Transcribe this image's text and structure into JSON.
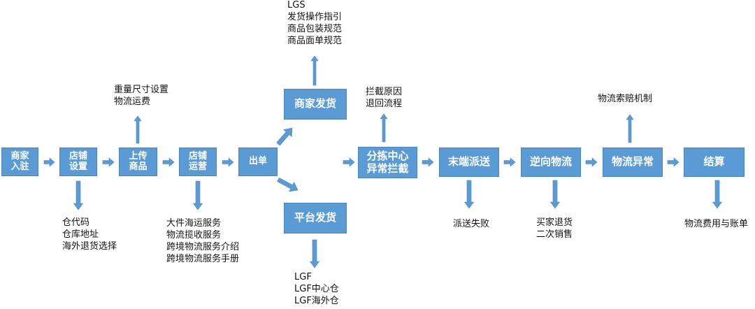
{
  "steps": {
    "ruzhu": [
      "商家",
      "入驻"
    ],
    "dianpu_shezhi": [
      "店铺",
      "设置"
    ],
    "shangchuan": [
      "上传",
      "商品"
    ],
    "dianpu_yunying": [
      "店铺",
      "运营"
    ],
    "chudan": [
      "出单"
    ],
    "shangjia_fahuo": [
      "商家发货"
    ],
    "pingtai_fahuo": [
      "平台发货"
    ],
    "fenjian": [
      "分拣中心",
      "异常拦截"
    ],
    "mopai": [
      "末端派送"
    ],
    "nixiang": [
      "逆向物流"
    ],
    "yichang": [
      "物流异常"
    ],
    "jiesuan": [
      "结算"
    ]
  },
  "notes": {
    "dianpu_shezhi": [
      "仓代码",
      "仓库地址",
      "海外退货选择"
    ],
    "shangchuan": [
      "重量尺寸设置",
      "物流运费"
    ],
    "dianpu_yunying": [
      "大件海运服务",
      "物流揽收服务",
      "跨境物流服务介绍",
      "跨境物流服务手册"
    ],
    "shangjia_fahuo": [
      "LGS",
      "发货操作指引",
      "商品包装规范",
      "商品面单规范"
    ],
    "pingtai_fahuo": [
      "LGF",
      "LGF中心仓",
      "LGF海外仓"
    ],
    "fenjian": [
      "拦截原因",
      "退回流程"
    ],
    "mopai": [
      "派送失败"
    ],
    "nixiang": [
      "买家退货",
      "二次销售"
    ],
    "yichang": [
      "物流索赔机制"
    ],
    "jiesuan": [
      "物流费用与账单"
    ]
  },
  "colors": {
    "box": "#5b9bd5",
    "arrow": "#5b9bd5",
    "text": "#111111"
  }
}
